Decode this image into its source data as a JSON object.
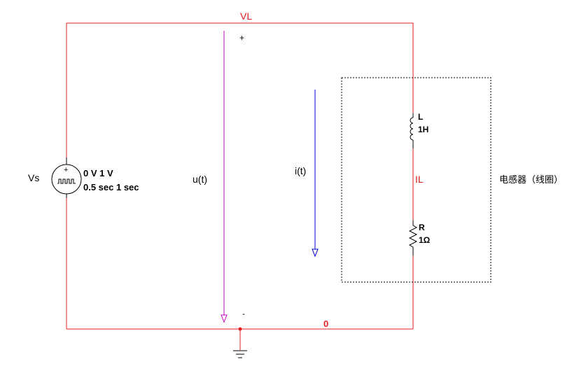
{
  "nodes": {
    "top": "VL",
    "middle": "IL",
    "bottom": "0"
  },
  "source": {
    "name": "Vs",
    "params_line1": "0 V 1 V",
    "params_line2": "0.5 sec 1 sec",
    "plus": "+"
  },
  "inductor": {
    "name": "L",
    "value": "1H"
  },
  "resistor": {
    "name": "R",
    "value": "1Ω"
  },
  "voltage_arrow": {
    "label": "u(t)",
    "plus": "+",
    "minus": "-"
  },
  "current_arrow": {
    "label": "i(t)"
  },
  "coil_label": "电感器（线圈）",
  "colors": {
    "wire": "#e02020",
    "node_label": "#e02020",
    "voltage_arrow": "#cc00cc",
    "current_arrow": "#0000cc",
    "component": "#000000",
    "box": "#000000"
  },
  "icons": [
    "pulse-source-icon",
    "inductor-icon",
    "resistor-icon",
    "ground-icon"
  ]
}
